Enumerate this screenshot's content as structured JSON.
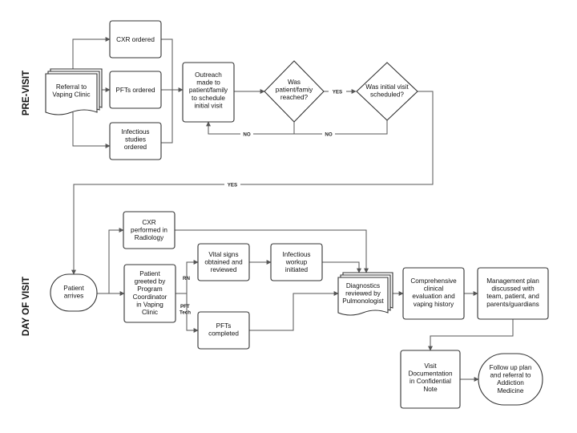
{
  "phases": {
    "pre_visit": "PRE-VISIT",
    "day_of_visit": "DAY OF VISIT"
  },
  "nodes": {
    "referral": [
      "Referral to",
      "Vaping Clinic"
    ],
    "cxr_ordered": [
      "CXR ordered"
    ],
    "pfts_ordered": [
      "PFTs ordered"
    ],
    "infectious_ordered": [
      "Infectious",
      "studies",
      "ordered"
    ],
    "outreach": [
      "Outreach",
      "made to",
      "patient/family",
      "to schedule",
      "initial visit"
    ],
    "reached": [
      "Was",
      "patient/famiy",
      "reached?"
    ],
    "scheduled": [
      "Was initial visit",
      "scheduled?"
    ],
    "arrives": [
      "Patient",
      "arrives"
    ],
    "cxr_performed": [
      "CXR",
      "performed in",
      "Radiology"
    ],
    "greeted": [
      "Patient",
      "greeted by",
      "Program",
      "Coordinator",
      "in Vaping",
      "Clinic"
    ],
    "vitals": [
      "Vital signs",
      "obtained and",
      "reviewed"
    ],
    "infectious_workup": [
      "Infectious",
      "workup",
      "initiated"
    ],
    "pfts_completed": [
      "PFTs",
      "completed"
    ],
    "diagnostics": [
      "Diagnostics",
      "reviewed by",
      "Pulmonologist"
    ],
    "evaluation": [
      "Comprehensive",
      "clinical",
      "evaluation and",
      "vaping history"
    ],
    "management": [
      "Management plan",
      "discussed with",
      "team, patient, and",
      "parents/guardians"
    ],
    "documentation": [
      "Visit",
      "Documentation",
      "in Confidential",
      "Note"
    ],
    "followup": [
      "Follow up plan",
      "and referral to",
      "Addiction",
      "Medicine"
    ]
  },
  "edge_labels": {
    "yes_scheduled": "YES",
    "no_reached": "NO",
    "no_scheduled": "NO",
    "yes_day": "YES",
    "rn": "RN",
    "pft_tech": [
      "PFT",
      "Tech"
    ]
  },
  "colors": {
    "stroke": "#333333",
    "edge": "#555555",
    "fill": "#ffffff",
    "text": "#111111"
  }
}
